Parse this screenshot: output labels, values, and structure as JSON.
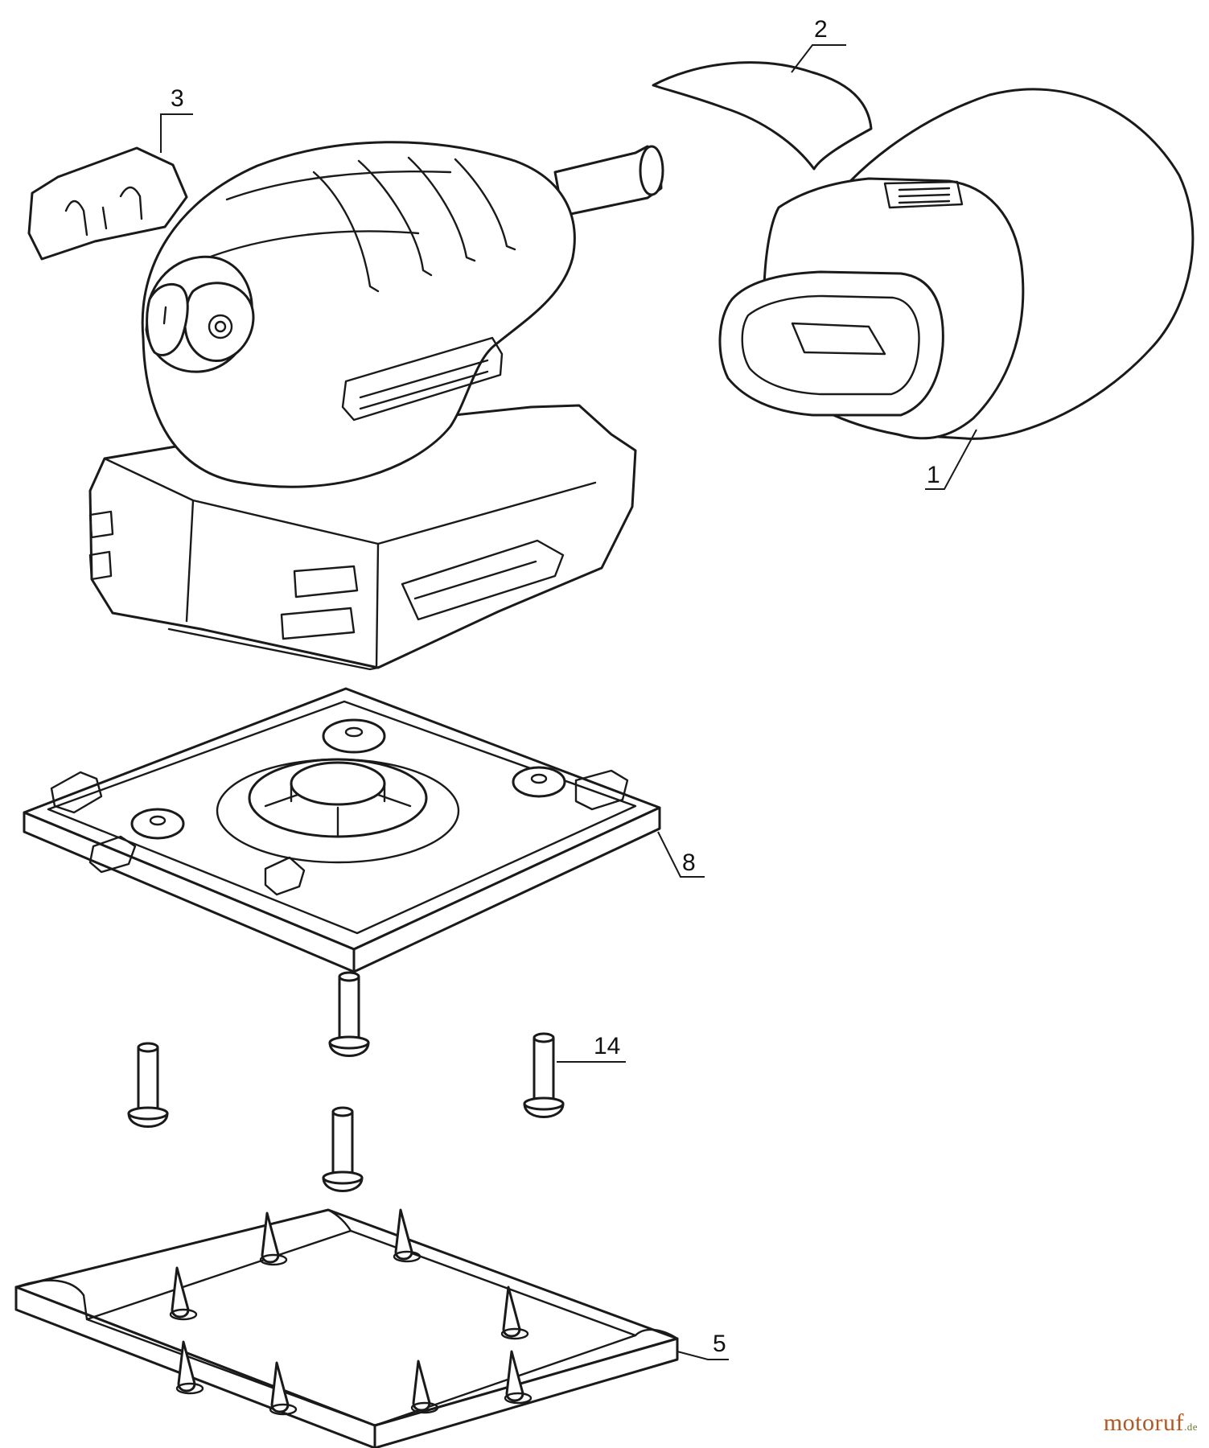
{
  "callouts": {
    "c1": "1",
    "c2": "2",
    "c3": "3",
    "c5": "5",
    "c8": "8",
    "c14": "14"
  },
  "watermark": {
    "name": "motoruf",
    "suffix": ".de"
  },
  "colors": {
    "line": "#1a1a1a",
    "watermark_name": "#b5561f",
    "watermark_suffix": "#6b7d2c"
  }
}
